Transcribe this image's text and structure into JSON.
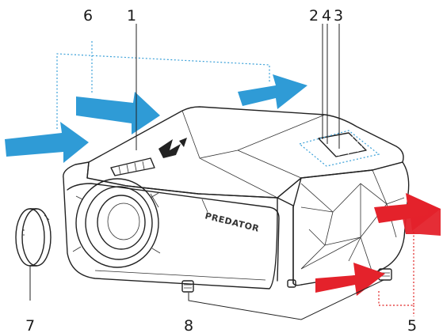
{
  "callouts": {
    "c1": "1",
    "c2": "2",
    "c3": "3",
    "c4": "4",
    "c5": "5",
    "c6": "6",
    "c7": "7",
    "c8": "8"
  },
  "brand_text": "PREDATOR",
  "colors": {
    "air_intake": "#2f9bd6",
    "air_exhaust": "#e4222b",
    "outline": "#222222"
  }
}
